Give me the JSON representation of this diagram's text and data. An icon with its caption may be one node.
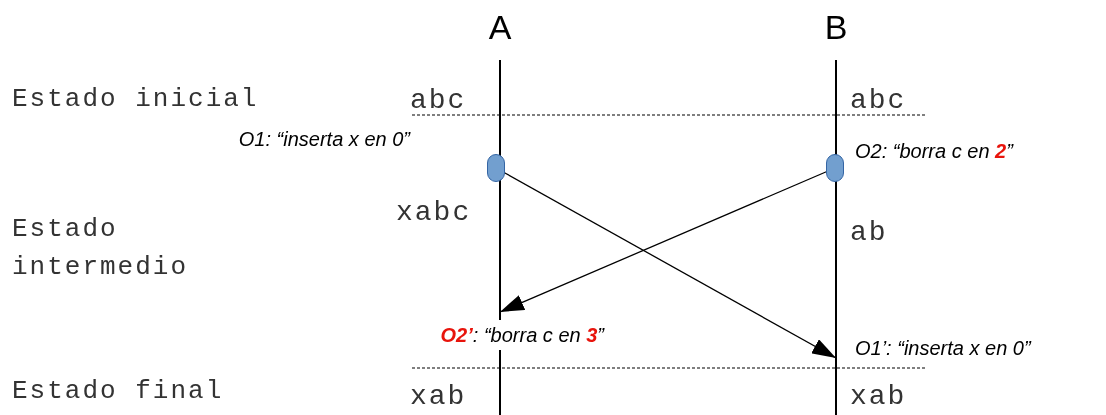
{
  "diagram": {
    "nodes": [
      {
        "text": [
          "A"
        ]
      },
      {
        "text": [
          "B"
        ]
      },
      {
        "text": [],
        "shape": "circle",
        "beside": [
          "O1: “inserta x en 0”"
        ]
      },
      {
        "text": [],
        "shape": "circle",
        "beside": [
          "O2: “borra c en **2**”"
        ]
      }
    ],
    "edges": [
      {
        "from": 2,
        "to": 1,
        "arrow": "to",
        "label": "O1’: “inserta x en 0”"
      },
      {
        "from": 3,
        "to": 0,
        "arrow": "to",
        "label": "**O2’**: “borra c en **3**”"
      }
    ],
    "labels": [
      "Estado inicial",
      "abc",
      "abc",
      "Estado intermedio",
      "xabc",
      "ab",
      "Estado final",
      "xab",
      "xab"
    ]
  }
}
